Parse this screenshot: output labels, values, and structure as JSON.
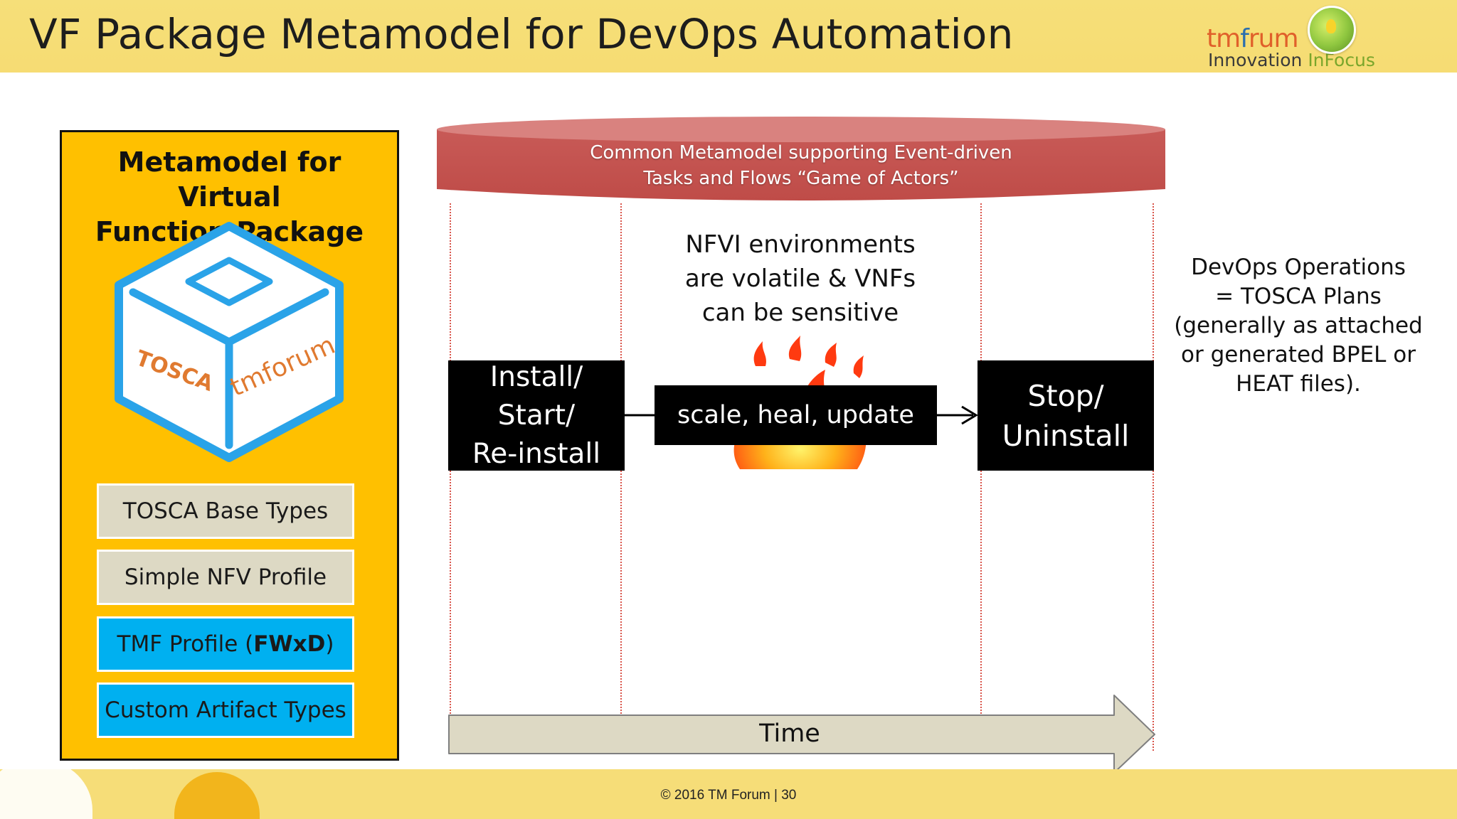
{
  "slide": {
    "title": "VF Package Metamodel for DevOps Automation",
    "logo": {
      "brand_tm": "tm",
      "brand_f": "f",
      "brand_rest": "rum",
      "innovation": "Innovation ",
      "infocus": "InFocus"
    },
    "footer": {
      "text": "© 2016 TM Forum   |   30"
    }
  },
  "package_panel": {
    "title_line1": "Metamodel for Virtual",
    "title_line2": "Function Package",
    "cube_labels": {
      "left_face": "TOSCA",
      "right_face": "tmforum"
    },
    "layers": [
      {
        "label": "TOSCA Base Types"
      },
      {
        "label": "Simple NFV Profile"
      },
      {
        "label_prefix": "TMF Profile (",
        "label_bold": "FWxD",
        "label_suffix": ")"
      },
      {
        "label": "Custom Artifact Types"
      }
    ],
    "colors": {
      "panel": "#ffc000",
      "gray_layer": "#ddd9c4",
      "blue_layer": "#00b0f0"
    }
  },
  "diagram": {
    "banner_line1": "Common Metamodel supporting Event-driven",
    "banner_line2": "Tasks and Flows “Game of Actors”",
    "nfvi_line1": "NFVI environments",
    "nfvi_line2": "are volatile & VNFs",
    "nfvi_line3": "can be sensitive",
    "install_line1": "Install/",
    "install_line2": "Start/",
    "install_line3": "Re-install",
    "scale_label": "scale, heal, update",
    "stop_line1": "Stop/",
    "stop_line2": "Uninstall",
    "time_label": "Time",
    "devops_line1": "DevOps Operations",
    "devops_line2": "= TOSCA Plans",
    "devops_line3": "(generally as attached",
    "devops_line4": "or generated BPEL or",
    "devops_line5": "HEAT files).",
    "colors": {
      "banner": "#c0504d",
      "time_arrow": "#ddd9c4",
      "fire": "#ff4a12"
    }
  }
}
